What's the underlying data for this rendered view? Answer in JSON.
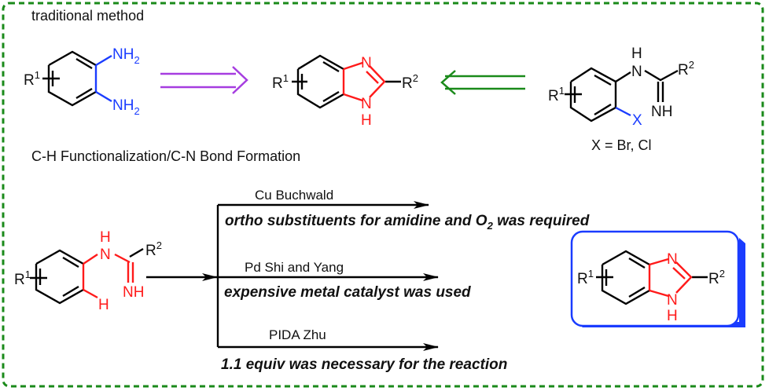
{
  "title": "traditional method",
  "subtitle": "C-H Functionalization/C-N Bond Formation",
  "halide_note": "X = Br, Cl",
  "colors": {
    "border": "#1a8a1a",
    "retro_arrow_left": "#a63de0",
    "retro_arrow_right": "#1a8a1a",
    "highlight_red": "#ff1a1a",
    "highlight_blue": "#1a3cff",
    "product_box": "#1a3cff",
    "bond": "#000000"
  },
  "atoms": {
    "R1": "R",
    "R1_sup": "1",
    "R2": "R",
    "R2_sup": "2",
    "NH2": "NH",
    "NH2_sub": "2",
    "N": "N",
    "H": "H",
    "NH": "NH",
    "X": "X"
  },
  "routes": [
    {
      "condition": "Cu Buchwald",
      "note_pre": "ortho substituents for amidine and O",
      "note_sub": "2",
      "note_post": " was required"
    },
    {
      "condition": "Pd Shi and Yang",
      "note_pre": "expensive metal catalyst was used",
      "note_sub": "",
      "note_post": ""
    },
    {
      "condition": "PIDA Zhu",
      "note_pre": "1.1 equiv was necessary for the reaction",
      "note_sub": "",
      "note_post": ""
    }
  ]
}
